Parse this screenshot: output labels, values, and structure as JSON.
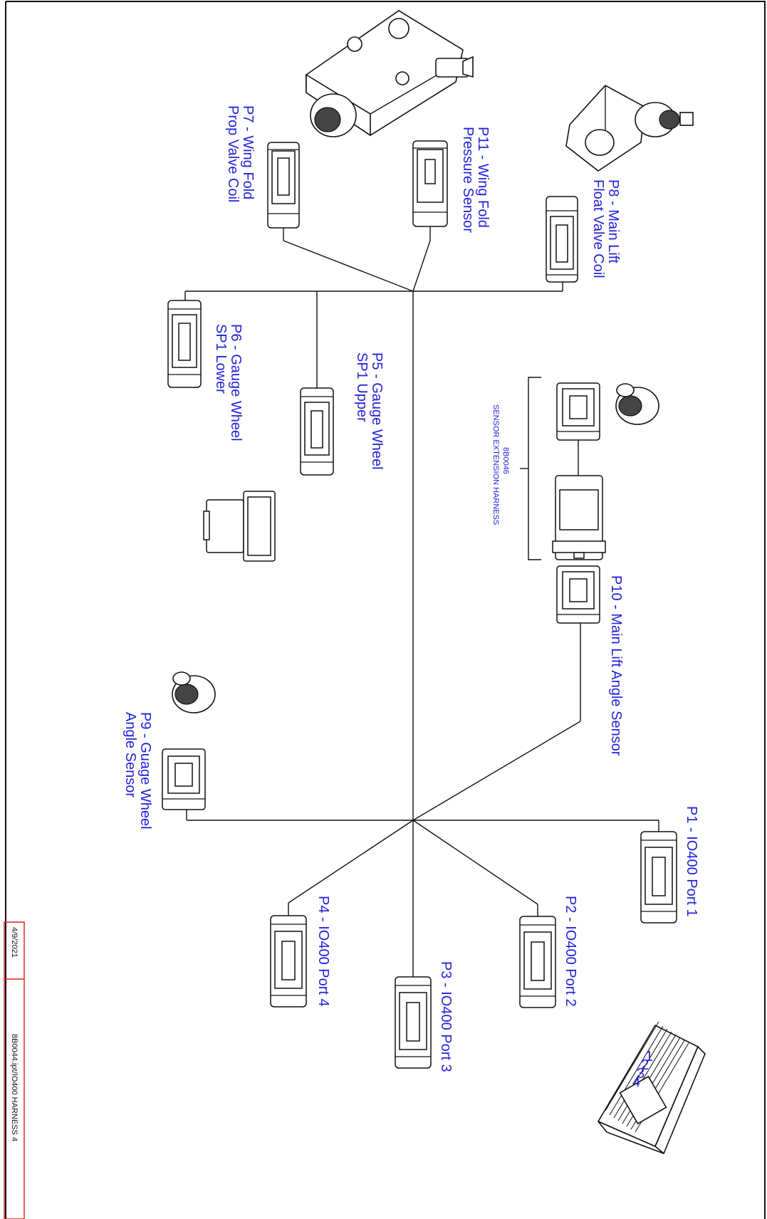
{
  "labels": {
    "p7": [
      "P7 - Wing Fold",
      "Prop Valve Coil"
    ],
    "p11": [
      "P11 - Wing Fold",
      "Pressure Sensor"
    ],
    "p8": [
      "P8 - Main Lift",
      "Float Valve Coil"
    ],
    "p6": [
      "P6 - Gauge Wheel",
      "SP1 Lower"
    ],
    "p5": [
      "P5 - Gauge Wheel",
      "SP1 Upper"
    ],
    "ext": [
      "8B0046",
      "SENSOR EXTENSION HARNESS"
    ],
    "p10": [
      "P10 - Main Lift Angle Sensor"
    ],
    "p9": [
      "P9 - Guage Wheel",
      "Angle Sensor"
    ],
    "p1": [
      "P1 - IO400 Port 1"
    ],
    "p2": [
      "P2 - IO400 Port 2"
    ],
    "p3": [
      "P3 - IO400 Port 3"
    ],
    "p4": [
      "P4 - IO400 Port 4"
    ]
  },
  "module_ports": [
    "1",
    "2",
    "3",
    "4"
  ],
  "title_block": {
    "date": "4/9/2021",
    "file": "8B0044.ipt/IO400 HARNESS 4"
  },
  "colors": {
    "label": "#2222dd",
    "border_red": "#dd2222"
  }
}
